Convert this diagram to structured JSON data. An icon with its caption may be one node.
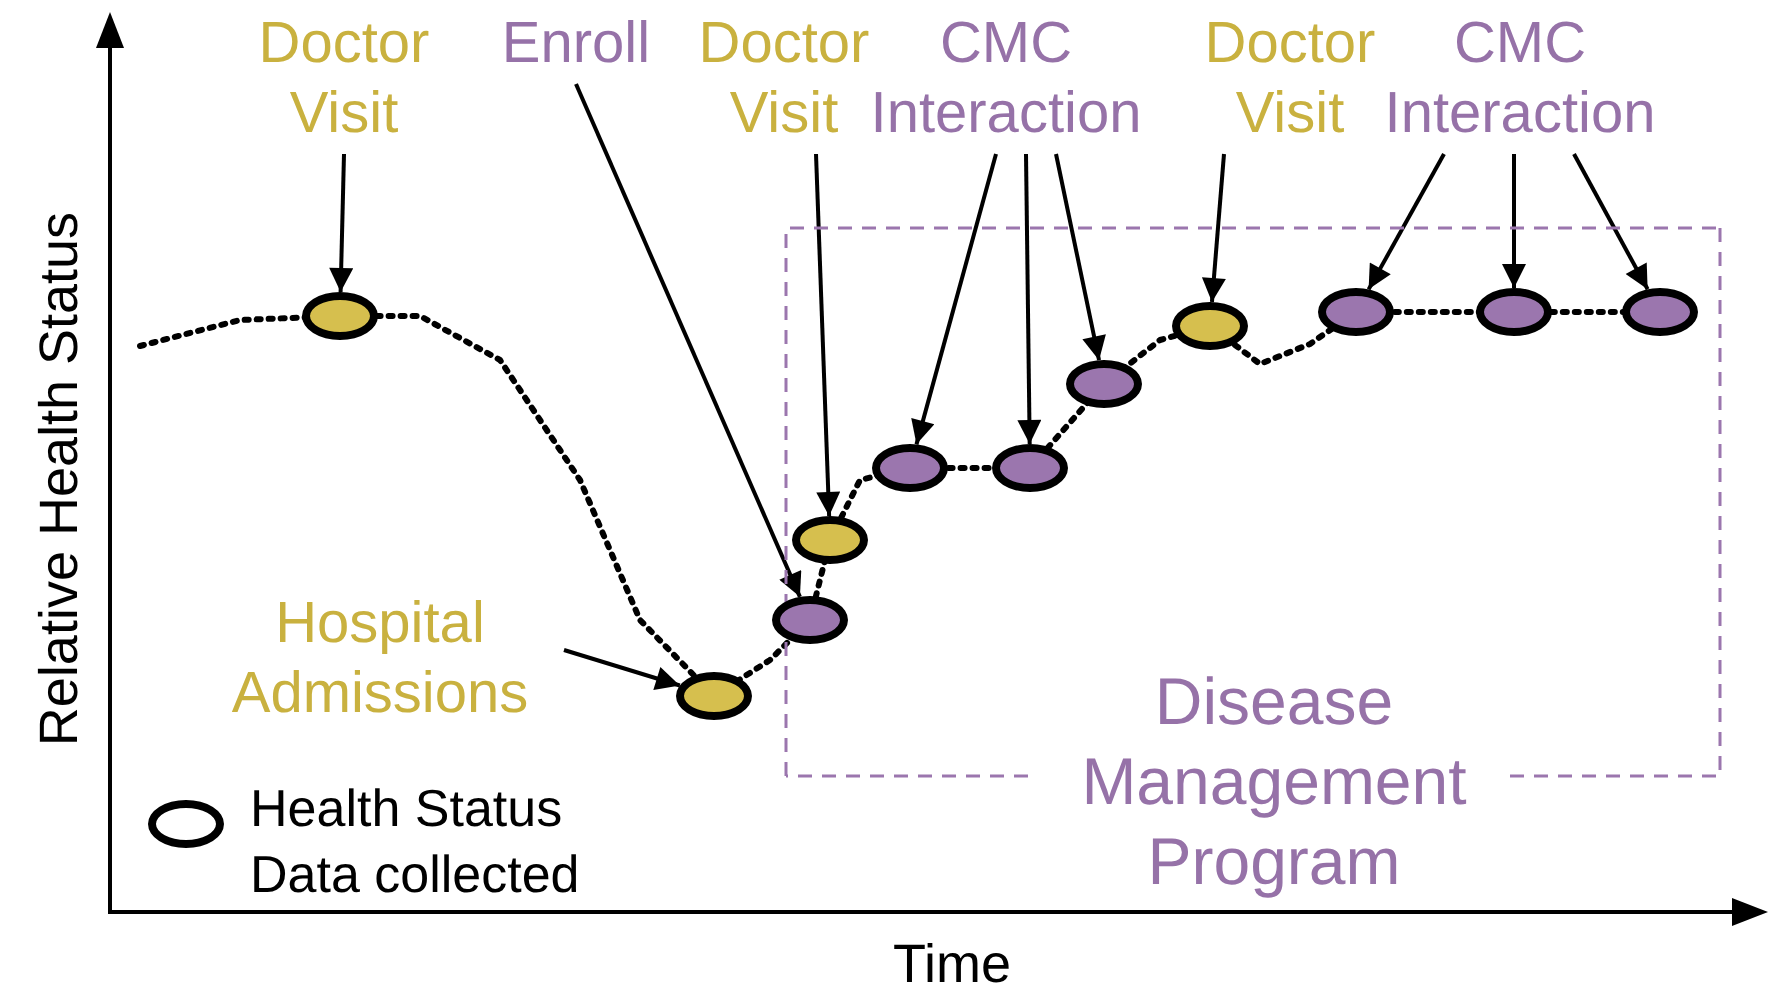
{
  "diagram": {
    "nodes": [
      {
        "text": [
          "Doctor Visit"
        ]
      },
      {
        "text": [
          "Enroll"
        ]
      },
      {
        "text": [
          "Doctor Visit"
        ]
      },
      {
        "text": [
          "CMC Interaction"
        ]
      },
      {
        "text": [
          "Doctor Visit"
        ]
      },
      {
        "text": [
          "CMC Interaction"
        ]
      },
      {
        "text": [
          "Hospital Admissions"
        ]
      },
      {
        "text": [
          "Disease Management Program"
        ]
      },
      {
        "text": [],
        "shape": "circle"
      },
      {
        "text": [],
        "shape": "circle"
      },
      {
        "text": [],
        "shape": "circle",
        "in": 7
      },
      {
        "text": [],
        "shape": "circle",
        "in": 7
      },
      {
        "text": [],
        "shape": "circle",
        "in": 7
      },
      {
        "text": [],
        "shape": "circle",
        "in": 7
      },
      {
        "text": [],
        "shape": "circle",
        "in": 7
      },
      {
        "text": [],
        "shape": "circle",
        "in": 7
      },
      {
        "text": [],
        "shape": "circle",
        "in": 7
      },
      {
        "text": [],
        "shape": "circle",
        "in": 7
      },
      {
        "text": [],
        "shape": "circle",
        "in": 7
      }
    ],
    "edges": [
      {
        "from": 0,
        "to": 8,
        "arrow": "to"
      },
      {
        "from": 1,
        "to": 10,
        "arrow": "to"
      },
      {
        "from": 2,
        "to": 11,
        "arrow": "to"
      },
      {
        "from": 3,
        "to": 12,
        "arrow": "to"
      },
      {
        "from": 3,
        "to": 13,
        "arrow": "to"
      },
      {
        "from": 3,
        "to": 14,
        "arrow": "to"
      },
      {
        "from": 4,
        "to": 15,
        "arrow": "to"
      },
      {
        "from": 5,
        "to": 16,
        "arrow": "to"
      },
      {
        "from": 5,
        "to": 17,
        "arrow": "to"
      },
      {
        "from": 5,
        "to": 18,
        "arrow": "to"
      },
      {
        "from": 6,
        "to": 9,
        "arrow": "to"
      }
    ],
    "labels": [
      "Relative Health Status",
      "Time"
    ],
    "legend": [
      {
        "text": "Health Status Data collected"
      }
    ]
  }
}
